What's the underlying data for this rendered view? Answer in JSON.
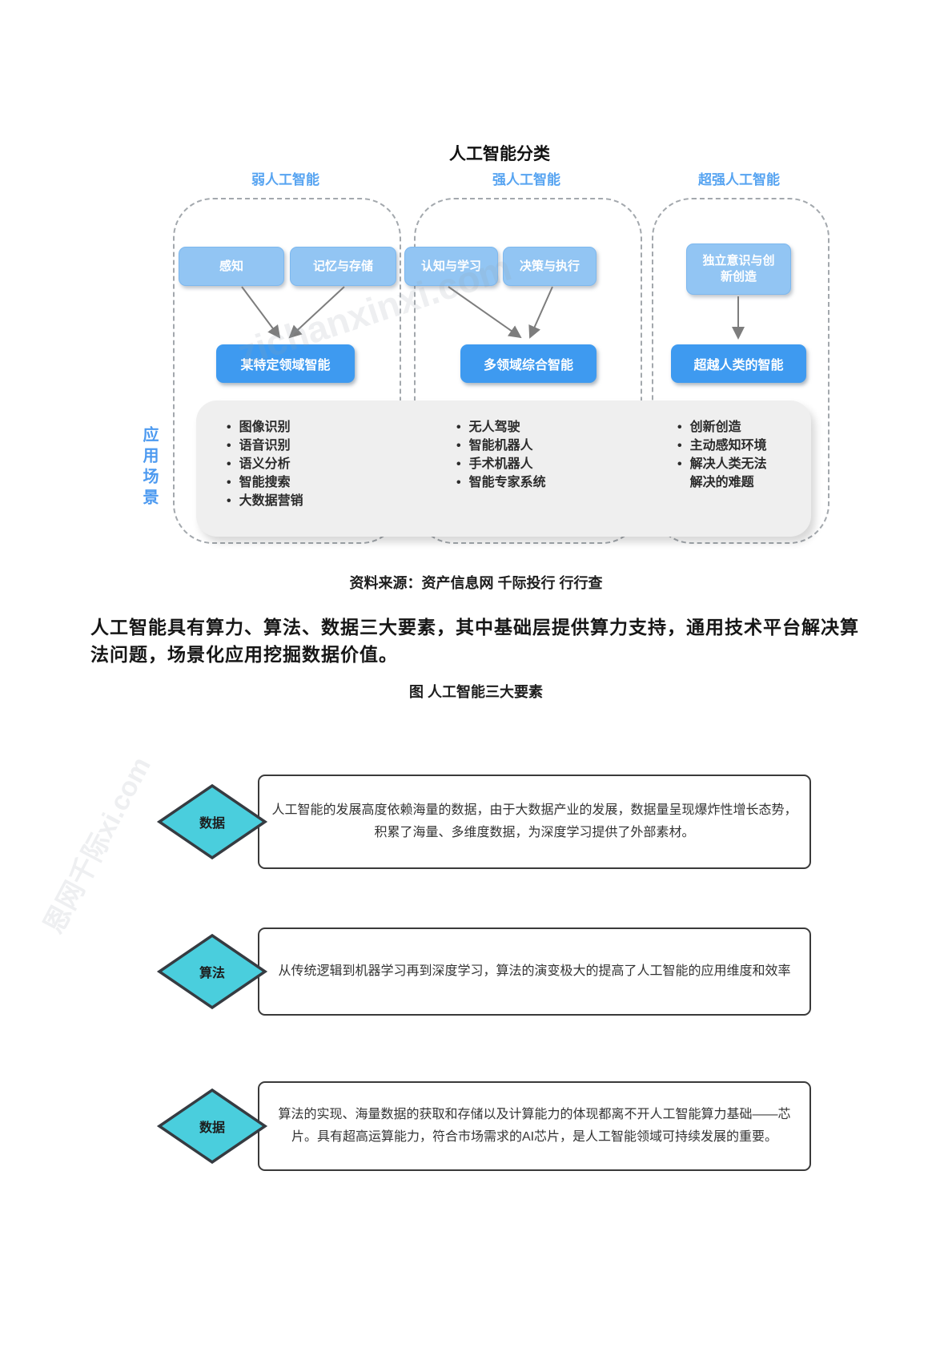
{
  "figure1": {
    "title": "人工智能分类",
    "side_label": "应用场景",
    "columns": [
      {
        "header": "弱人工智能",
        "top_boxes": [
          "感知",
          "记忆与存储"
        ],
        "result_box": "某特定领域智能",
        "bullets": [
          "图像识别",
          "语音识别",
          "语义分析",
          "智能搜索",
          "大数据营销"
        ]
      },
      {
        "header": "强人工智能",
        "top_boxes": [
          "认知与学习",
          "决策与执行"
        ],
        "result_box": "多领域综合智能",
        "bullets": [
          "无人驾驶",
          "智能机器人",
          "手术机器人",
          "智能专家系统"
        ]
      },
      {
        "header": "超强人工智能",
        "top_boxes": [
          "独立意识与创新创造"
        ],
        "result_box": "超越人类的智能",
        "bullets": [
          "创新创造",
          "主动感知环境",
          "解决人类无法解决的难题"
        ]
      }
    ],
    "source": "资料来源：资产信息网 千际投行 行行查"
  },
  "paragraph": "人工智能具有算力、算法、数据三大要素，其中基础层提供算力支持，通用技术平台解决算法问题，场景化应用挖掘数据价值。",
  "figure2": {
    "title": "图 人工智能三大要素",
    "rows": [
      {
        "diamond": "数据",
        "text": "人工智能的发展高度依赖海量的数据，由于大数据产业的发展，数据量呈现爆炸性增长态势，积累了海量、多维度数据，为深度学习提供了外部素材。"
      },
      {
        "diamond": "算法",
        "text": "从传统逻辑到机器学习再到深度学习，算法的演变极大的提高了人工智能的应用维度和效率"
      },
      {
        "diamond": "数据",
        "text": "算法的实现、海量数据的获取和存储以及计算能力的体现都离不开人工智能算力基础——芯片。具有超高运算能力，符合市场需求的AI芯片，是人工智能领域可持续发展的重要。"
      }
    ]
  },
  "watermarks": [
    "zichanxinxi.com",
    "恩网千际xi.com"
  ],
  "colors": {
    "page_bg": "#ffffff",
    "light_blue_box": "#92c5f3",
    "light_blue_border": "#7db8ef",
    "dark_blue_box": "#3e9af0",
    "header_blue": "#57a4f1",
    "side_label_blue": "#4d9af0",
    "gray_panel": "#efefef",
    "dashed_border": "#a3a8ad",
    "arrow_gray": "#7d7d7d",
    "diamond_fill": "#4acedd",
    "diamond_border": "#363b41",
    "f2_border": "#3a3a3a",
    "text_dark": "#2b2b2b",
    "watermark_gray": "#98a2ac"
  }
}
